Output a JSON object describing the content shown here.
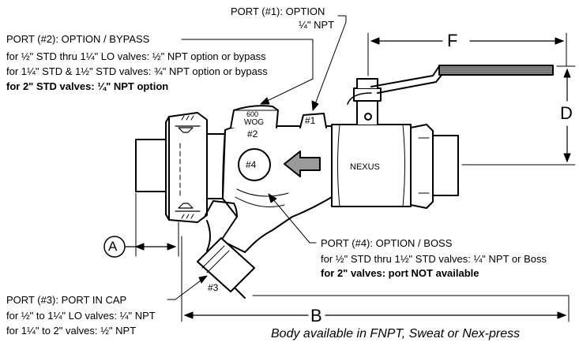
{
  "port1": {
    "title": "PORT (#1):  OPTION",
    "size": "¼\" NPT"
  },
  "port2": {
    "title": "PORT (#2):  OPTION / BYPASS",
    "line1": "for ½\" STD thru 1¼\" LO valves:  ½\" NPT option or bypass",
    "line2": "for 1¼\" STD & 1½\" STD valves:  ¾\" NPT option or bypass",
    "line3": "for 2\" STD valves:  ¼\" NPT option"
  },
  "port3": {
    "title": "PORT (#3):  PORT IN CAP",
    "line1": "for ½\" to 1¼\" LO valves:  ¼\" NPT",
    "line2": "for 1¼\" to 2\" valves:  ½\" NPT"
  },
  "port4": {
    "title": "PORT (#4):  OPTION / BOSS",
    "line1": "for ½\" STD thru 1½\" STD valves:  ¼\" NPT or Boss",
    "line2": "for 2\" valves:  port NOT available"
  },
  "body_labels": {
    "boss2_rating": "600",
    "boss2_wog": "WOG",
    "boss2_num": "#2",
    "boss1_num": "#1",
    "port4_num": "#4",
    "cap_num": "#3",
    "brand": "NEXUS"
  },
  "dimensions": {
    "a": "A",
    "b": "B",
    "d": "D",
    "f": "F"
  },
  "caption": "Body available in FNPT, Sweat or Nex-press"
}
